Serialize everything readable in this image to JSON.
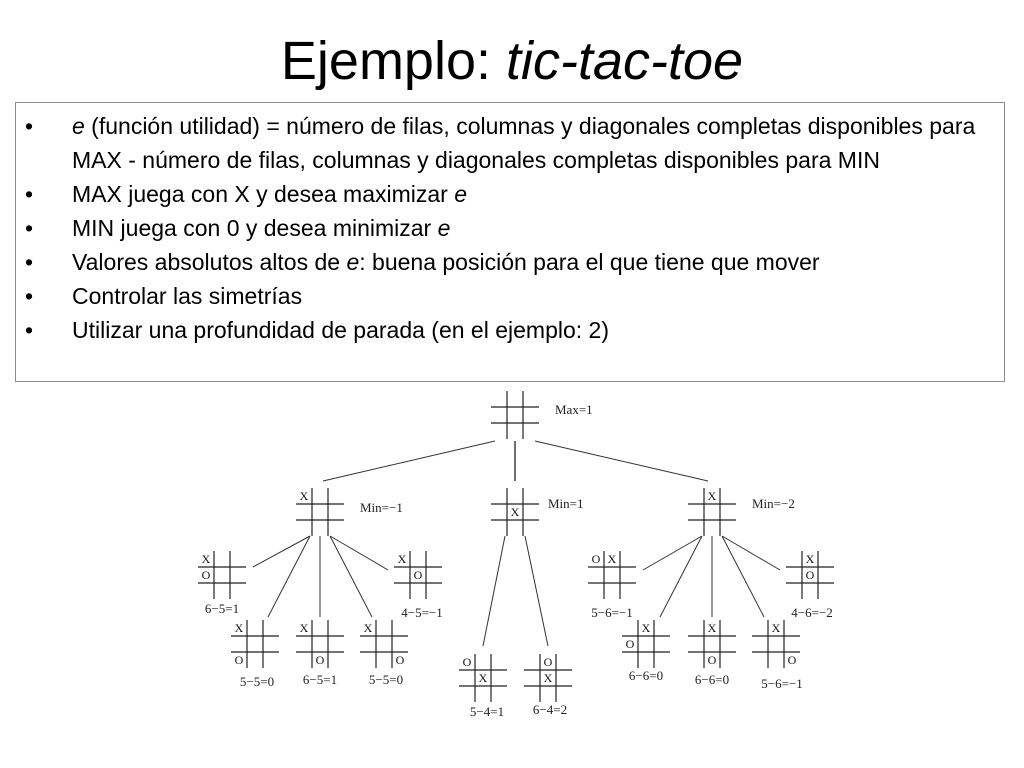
{
  "title": {
    "main": "Ejemplo: ",
    "italic": "tic-tac-toe"
  },
  "bullets": [
    {
      "symbol": "•",
      "em_prefix": "e",
      "text": " (función utilidad) = número de filas, columnas y diagonales completas disponibles para MAX - número de filas, columnas y diagonales completas disponibles para MIN",
      "em_suffix": "",
      "after": ""
    },
    {
      "symbol": "•",
      "em_prefix": "",
      "text": "MAX juega con X y desea maximizar ",
      "em_suffix": "e",
      "after": ""
    },
    {
      "symbol": "•",
      "em_prefix": "",
      "text": "MIN juega con 0 y desea minimizar ",
      "em_suffix": "e",
      "after": ""
    },
    {
      "symbol": "•",
      "em_prefix": "",
      "text": "Valores absolutos altos de ",
      "em_suffix": "e",
      "after": ": buena posición para el que tiene que mover"
    },
    {
      "symbol": "•",
      "em_prefix": "",
      "text": "Controlar las simetrías",
      "em_suffix": "",
      "after": ""
    },
    {
      "symbol": "•",
      "em_prefix": "",
      "text": "Utilizar una profundidad de parada (en el ejemplo: 2)",
      "em_suffix": "",
      "after": ""
    }
  ],
  "tree": {
    "root": {
      "board": [
        "",
        "",
        "",
        "",
        "",
        "",
        "",
        "",
        ""
      ],
      "label": "Max=1"
    },
    "level1": [
      {
        "board": [
          "X",
          "",
          "",
          "",
          "",
          "",
          "",
          "",
          ""
        ],
        "label": "Min=−1"
      },
      {
        "board": [
          "",
          "",
          "",
          "",
          "X",
          "",
          "",
          "",
          ""
        ],
        "label": "Min=1"
      },
      {
        "board": [
          "",
          "X",
          "",
          "",
          "",
          "",
          "",
          "",
          ""
        ],
        "label": "Min=−2"
      }
    ],
    "level2": [
      {
        "board": [
          "X",
          "",
          "",
          "O",
          "",
          "",
          "",
          "",
          ""
        ],
        "label": "6−5=1"
      },
      {
        "board": [
          "X",
          "",
          "",
          "",
          "",
          "",
          "O",
          "",
          ""
        ],
        "label": "5−5=0"
      },
      {
        "board": [
          "X",
          "",
          "",
          "",
          "",
          "",
          "",
          "O",
          ""
        ],
        "label": "6−5=1"
      },
      {
        "board": [
          "X",
          "",
          "",
          "",
          "",
          "",
          "",
          "",
          "O"
        ],
        "label": "5−5=0"
      },
      {
        "board": [
          "X",
          "",
          "",
          "",
          "O",
          "",
          "",
          "",
          ""
        ],
        "label": "4−5=−1"
      },
      {
        "board": [
          "O",
          "",
          "",
          "",
          "X",
          "",
          "",
          "",
          ""
        ],
        "label": "5−4=1"
      },
      {
        "board": [
          "",
          "O",
          "",
          "",
          "X",
          "",
          "",
          "",
          ""
        ],
        "label": "6−4=2"
      },
      {
        "board": [
          "O",
          "X",
          "",
          "",
          "",
          "",
          "",
          "",
          ""
        ],
        "label": "5−6=−1"
      },
      {
        "board": [
          "",
          "X",
          "",
          "O",
          "",
          "",
          "",
          "",
          ""
        ],
        "label": "6−6=0"
      },
      {
        "board": [
          "",
          "X",
          "",
          "",
          "",
          "",
          "",
          "O",
          ""
        ],
        "label": "6−6=0"
      },
      {
        "board": [
          "",
          "X",
          "",
          "",
          "",
          "",
          "",
          "",
          "O"
        ],
        "label": "5−6=−1"
      },
      {
        "board": [
          "",
          "X",
          "",
          "",
          "O",
          "",
          "",
          "",
          ""
        ],
        "label": "4−6=−2"
      }
    ]
  }
}
